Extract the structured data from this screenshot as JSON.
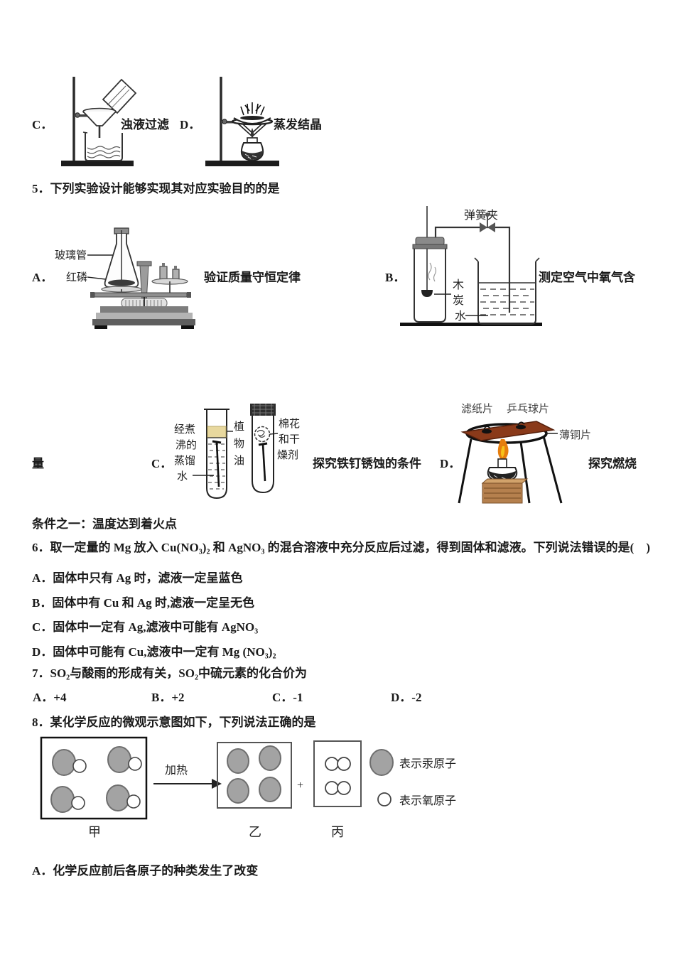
{
  "q4": {
    "c_label": "C．",
    "c_caption": "浊液过滤",
    "d_label": "D．",
    "d_caption": "蒸发结晶"
  },
  "q5": {
    "stem": "5．下列实验设计能够实现其对应实验目的的是",
    "a_label": "A．",
    "a_caption": "验证质量守恒定律",
    "b_label": "B．",
    "b_caption": "测定空气中氧气含",
    "b_caption_wrap": "量",
    "c_label": "C．",
    "c_caption": "探究铁钉锈蚀的条件",
    "d_label": "D．",
    "d_caption": "探究燃烧",
    "d_caption_wrap": "条件之一：温度达到着火点"
  },
  "annotations": {
    "glass_tube": "玻璃管",
    "red_phosphorus": "红磷",
    "spring_clamp": "弹簧夹",
    "charcoal_1": "木",
    "charcoal_2": "炭",
    "water": "水",
    "boiled_1": "经煮",
    "boiled_2": "沸的",
    "boiled_3": "蒸馏",
    "boiled_4": "水",
    "oil_1": "植",
    "oil_2": "物",
    "oil_3": "油",
    "cotton_1": "棉花",
    "cotton_2": "和干",
    "cotton_3": "燥剂",
    "filter_paper": "滤纸片",
    "pingpong": "乒乓球片",
    "copper_sheet": "薄铜片"
  },
  "q6": {
    "stem": "6．取一定量的 Mg 放入 Cu(NO₃)₂ 和 AgNO₃ 的混合溶液中充分反应后过滤，得到固体和滤液。下列说法错误的是(　)",
    "options": [
      "A．固体中只有 Ag 时，滤液一定呈蓝色",
      "B．固体中有 Cu 和 Ag 时,滤液一定呈无色",
      "C．固体中一定有 Ag,滤液中可能有 AgNO₃",
      "D．固体中可能有 Cu,滤液中一定有 Mg (NO₃)₂"
    ]
  },
  "q7": {
    "stem": "7．SO₂与酸雨的形成有关，SO₂中硫元素的化合价为",
    "options": [
      "A．+4",
      "B．+2",
      "C．-1",
      "D．-2"
    ]
  },
  "q8": {
    "stem": "8．某化学反应的微观示意图如下，下列说法正确的是",
    "arrow_label": "加热",
    "plus": "+",
    "label_jia": "甲",
    "label_yi": "乙",
    "label_bing": "丙",
    "legend_mercury": "表示汞原子",
    "legend_oxygen": "表示氧原子",
    "option_a": "A．化学反应前后各原子的种类发生了改变"
  }
}
